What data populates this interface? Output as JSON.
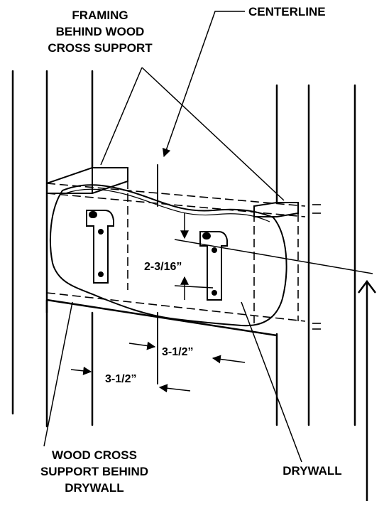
{
  "labels": {
    "framing_line1": "FRAMING",
    "framing_line2": "BEHIND WOOD",
    "framing_line3": "CROSS SUPPORT",
    "centerline": "CENTERLINE",
    "wood_line1": "WOOD CROSS",
    "wood_line2": "SUPPORT BEHIND",
    "wood_line3": "DRYWALL",
    "drywall": "DRYWALL"
  },
  "dimensions": {
    "vertical_spacing": "2-3/16”",
    "right_offset": "3-1/2”",
    "left_offset": "3-1/2”"
  },
  "colors": {
    "ink": "#000000",
    "background": "#ffffff"
  }
}
